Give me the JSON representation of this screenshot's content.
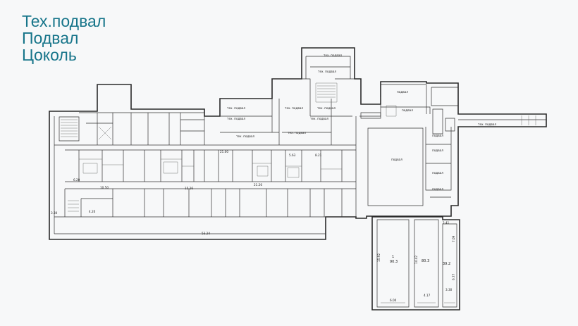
{
  "title": {
    "line1": "Тех.подвал",
    "line2": "Подвал",
    "line3": "Цоколь"
  },
  "labels": {
    "tech_basement": "тех. подвал",
    "basement": "подвал",
    "total_length": "53.24",
    "r1": "1",
    "r1_area": "90.3",
    "r1_side": "15.92",
    "r1_bottom": "6.00",
    "r2_area": "80.3",
    "r2_side": "14.42",
    "r2_bottom": "4.17",
    "r3_area": "39.2",
    "r3_top": "2.41",
    "r3_side": "7.09",
    "r3_side2": "6.77",
    "r3_bottom": "3.30",
    "w1": "3.30",
    "w2": "4.20",
    "w3": "21.00",
    "w4": "21.26",
    "w5": "15.26",
    "w6": "10.50",
    "w7": "6.20",
    "w8": "8.21",
    "w9": "5.63"
  },
  "colors": {
    "title": "#17758a",
    "wall": "#2a2a2a",
    "background": "#f7f8f9"
  }
}
